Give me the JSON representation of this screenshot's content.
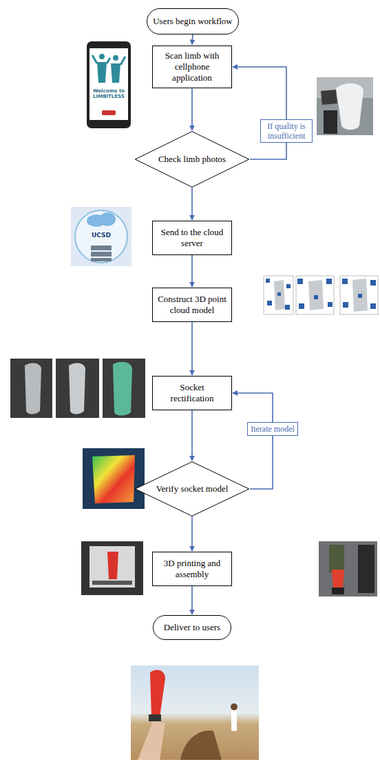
{
  "diagram": {
    "nodes": [
      {
        "text": [
          "Users begin workflow"
        ]
      },
      {
        "text": [
          "Scan limb with cellphone application"
        ]
      },
      {
        "text": [
          "Check limb photos"
        ]
      },
      {
        "text": [
          "Send to the cloud server"
        ]
      },
      {
        "text": [
          "Construct 3D point cloud model"
        ]
      },
      {
        "text": [
          "Socket rectification"
        ]
      },
      {
        "text": [
          "Verify socket model"
        ]
      },
      {
        "text": [
          "3D printing and assembly"
        ]
      },
      {
        "text": [
          "Deliver to users"
        ]
      }
    ],
    "edges": [
      {
        "from": 0,
        "to": 1,
        "arrow": "to"
      },
      {
        "from": 1,
        "to": 2,
        "arrow": "to"
      },
      {
        "from": 2,
        "to": 1,
        "label": "If quality is insufficient",
        "arrow": "to"
      },
      {
        "from": 2,
        "to": 3,
        "arrow": "to"
      },
      {
        "from": 3,
        "to": 4,
        "arrow": "to"
      },
      {
        "from": 4,
        "to": 5,
        "arrow": "to"
      },
      {
        "from": 5,
        "to": 6,
        "arrow": "to"
      },
      {
        "from": 6,
        "to": 5,
        "label": "Iterate model",
        "arrow": "to"
      },
      {
        "from": 6,
        "to": 7,
        "arrow": "to"
      },
      {
        "from": 7,
        "to": 8,
        "arrow": "to"
      }
    ],
    "labels": [
      "Welcome to LIMBITLESS",
      "UCSD"
    ]
  }
}
